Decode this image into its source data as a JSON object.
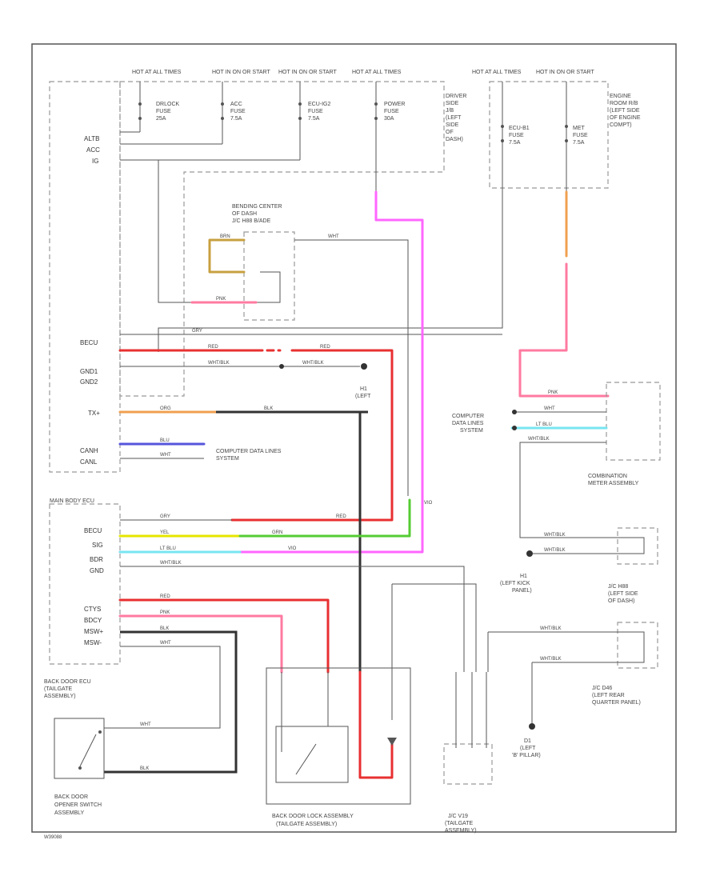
{
  "colors": {
    "wht": "#cccccc",
    "blk": "#333333",
    "red": "#e83030",
    "pnk": "#ff7aa0",
    "grn": "#55cc33",
    "yel": "#e6e600",
    "ltblu": "#77e6f0",
    "vio": "#ff66ff",
    "org": "#f0a050",
    "blu": "#5555dd",
    "gry": "#aaaaaa",
    "brn": "#c8a040",
    "wb": "#666666"
  },
  "header": {
    "h1": "HOT AT ALL TIMES",
    "h2": "HOT IN ON OR START",
    "h3": "HOT IN ON OR START",
    "h4": "HOT AT ALL TIMES",
    "h5": "HOT AT ALL TIMES",
    "h6": "HOT IN ON OR START"
  },
  "fuses": {
    "f1": [
      "DRLOCK",
      "FUSE",
      "25A"
    ],
    "f2": [
      "ACC",
      "FUSE",
      "7.5A"
    ],
    "f3": [
      "ECU-IG2",
      "FUSE",
      "7.5A"
    ],
    "f4": [
      "POWER",
      "FUSE",
      "30A"
    ],
    "f5": [
      "ECU-B1",
      "FUSE",
      "7.5A"
    ],
    "f6": [
      "MET",
      "FUSE",
      "7.5A"
    ]
  },
  "boxes": {
    "driver_jb": [
      "DRIVER",
      "SIDE",
      "J/B",
      "(LEFT",
      "SIDE",
      "OF",
      "DASH)"
    ],
    "engine_room": [
      "ENGINE",
      "ROOM R/B",
      "(LEFT SIDE",
      "OF ENGINE",
      "COMPT)"
    ],
    "bending_center": [
      "BENDING CENTER",
      "OF DASH",
      "J/C H88 B/ADE"
    ],
    "combination_meter": [
      "COMBINATION",
      "METER ASSEMBLY"
    ],
    "jc_h88": [
      "J/C H88",
      "(LEFT SIDE",
      "OF DASH)"
    ],
    "jc_d46": [
      "J/C D46",
      "(LEFT REAR",
      "QUARTER PANEL)"
    ],
    "back_door_ecu": [
      "BACK DOOR ECU",
      "(TAILGATE",
      "ASSEMBLY)"
    ],
    "back_door_switch": [
      "BACK DOOR",
      "OPENER SWITCH",
      "ASSEMBLY"
    ],
    "back_door_lock": [
      "BACK DOOR LOCK ASSEMBLY",
      "(TAILGATE ASSEMBLY)"
    ],
    "jc_v19": [
      "J/C V19",
      "(TAILGATE",
      "ASSEMBLY)"
    ],
    "main_body_ecu": "MAIN BODY ECU",
    "computer_lines_1": [
      "COMPUTER DATA LINES",
      "SYSTEM"
    ],
    "computer_lines_2": [
      "COMPUTER",
      "DATA LINES",
      "SYSTEM"
    ],
    "g_left_kick": [
      "H1",
      "(LEFT KICK",
      "PANEL)"
    ],
    "g_left_b": [
      "D1",
      "(LEFT",
      "'B' PILLAR)"
    ],
    "g_left": [
      "H1",
      "(LEFT"
    ]
  },
  "left_labels": {
    "altb": "ALTB",
    "acc": "ACC",
    "ig": "IG",
    "becu": "BECU",
    "gnd1": "GND1",
    "gnd2": "GND2",
    "tx": "TX+",
    "canh": "CANH",
    "canl": "CANL",
    "becu2": "BECU",
    "sig": "SIG",
    "bdr": "BDR",
    "gnd": "GND",
    "ctys": "CTYS",
    "bdcy": "BDCY",
    "msw": "MSW+",
    "msw2": "MSW-"
  },
  "wires": {
    "wht": "WHT",
    "blk": "BLK",
    "red": "RED",
    "pnk": "PNK",
    "grn": "GRN",
    "yel": "YEL",
    "ltblu": "LT BLU",
    "vio": "VIO",
    "org": "ORG",
    "blu": "BLU",
    "gry": "GRY",
    "brn": "BRN",
    "wb": "WHT/BLK"
  },
  "footer_code": "W39088"
}
